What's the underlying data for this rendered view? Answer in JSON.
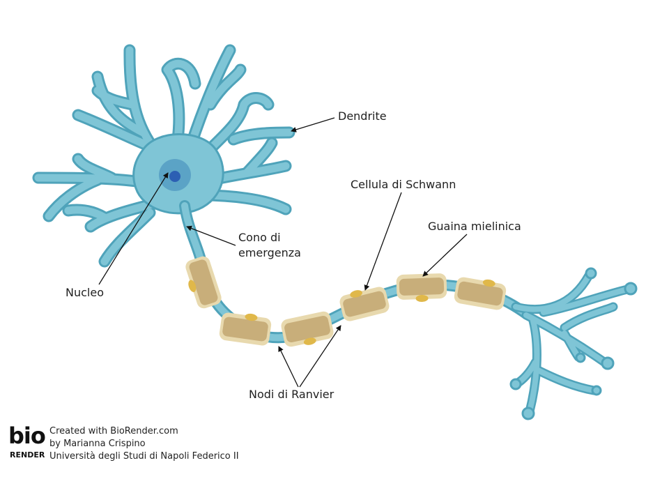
{
  "labels": {
    "dendrite": "Dendrite",
    "schwann": "Cellula di Schwann",
    "guaina": "Guaina mielinica",
    "cono_line1": "Cono di",
    "cono_line2": "emergenza",
    "nucleo": "Nucleo",
    "nodi": "Nodi di Ranvier"
  },
  "credits": {
    "logo_top": "bio",
    "logo_bottom": "RENDER",
    "line1": "Created with BioRender.com",
    "line2": "by Marianna Crispino",
    "line3": "Università degli Studi di Napoli Federico II"
  },
  "colors": {
    "neuron_fill": "#7fc5d6",
    "neuron_stroke": "#4fa3ba",
    "nucleus_outer": "#4f97c0",
    "nucleus_inner": "#2c5fb3",
    "myelin_fill": "#c8ae7a",
    "myelin_edge": "#e8d9ae",
    "schwann_nucleus": "#e0b84a",
    "arrow": "#111111"
  }
}
